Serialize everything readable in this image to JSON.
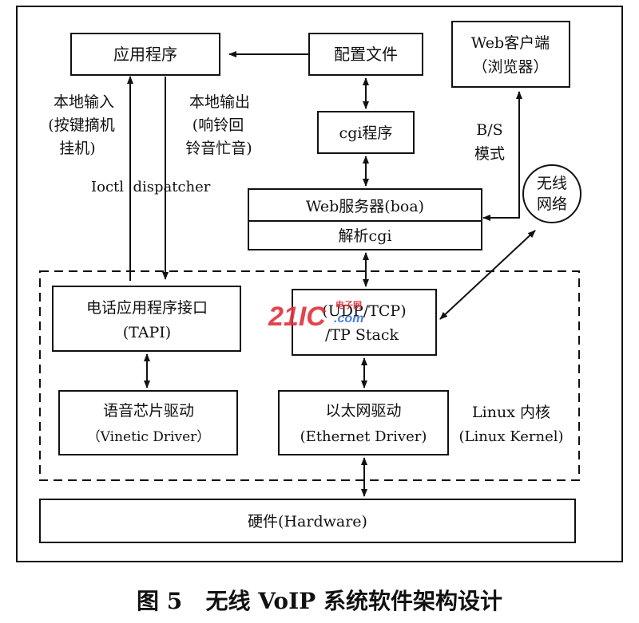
{
  "boxes": {
    "app": "应用程序",
    "config": "配置文件",
    "web_client": [
      "Web客户端",
      "（浏览器）"
    ],
    "cgi": "cgi程序",
    "web_server": "Web服务器(boa)",
    "parse_cgi": "解析cgi",
    "wireless": [
      "无线",
      "网络"
    ],
    "tapi": [
      "电话应用程序接口",
      "(TAPI)"
    ],
    "tcp": [
      "(UDP/TCP)",
      "/TP Stack"
    ],
    "voice_driver": [
      "语音芯片驱动",
      "（Vinetic Driver）"
    ],
    "eth_driver": [
      "以太网驱动",
      "(Ethernet Driver)"
    ],
    "hardware": "硬件(Hardware)"
  },
  "labels": {
    "local_input": [
      "本地输入",
      "(按键摘机",
      "挂机)"
    ],
    "local_output": [
      "本地输出",
      "(响铃回",
      "铃音忙音)"
    ],
    "ioctl": "Ioctl  dispatcher",
    "bs_mode": [
      "B/S",
      "模式"
    ],
    "linux_kernel": [
      "Linux 内核",
      "(Linux Kernel)"
    ]
  },
  "caption": "图 5   无线 VoIP 系统软件架构设计",
  "watermark": {
    "main": "21IC",
    "sub": "电子网",
    "url": ".com",
    "colors": {
      "red": "#e0303a",
      "blue": "#3a6fd8"
    }
  }
}
